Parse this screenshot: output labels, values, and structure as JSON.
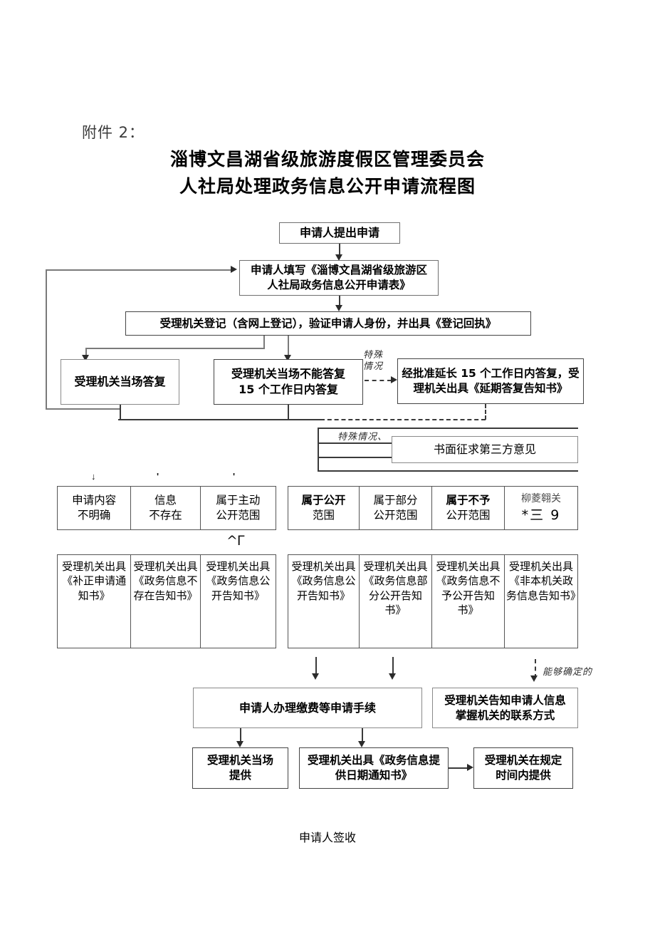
{
  "document": {
    "attachment_label": "附件 2：",
    "title_line1": "淄博文昌湖省级旅游度假区管理委员会",
    "title_line2": "人社局处理政务信息公开申请流程图",
    "footer_note": "申请人签收"
  },
  "flow": {
    "start": "申请人提出申请",
    "fill_form_line1": "申请人填写《淄博文昌湖省级旅游区",
    "fill_form_line2": "人社局政务信息公开申请表》",
    "register": "受理机关登记（含网上登记），验证申请人身份，并出具《登记回执》",
    "answer_onsite": "受理机关当场答复",
    "answer_15_line1": "受理机关当场不能答复",
    "answer_15_line2": "15 个工作日内答复",
    "extend_line1": "经批准延长 15 个工作日内答复，受",
    "extend_line2": "理机关出具《延期答复告知书》",
    "third_party": "书面征求第三方意见"
  },
  "annotations": {
    "special_case_vertical_line1": "特殊",
    "special_case_vertical_line2": "情况",
    "special_case_inline": "特殊情况、",
    "can_be_determined": "能够确定的",
    "artifact_caret": "^Γ"
  },
  "conditions_left": {
    "cells": [
      {
        "line1": "申请内容",
        "line2": "不明确"
      },
      {
        "line1": "信息",
        "line2": "不存在"
      },
      {
        "line1": "属于主动",
        "line2": "公开范围"
      }
    ]
  },
  "conditions_right": {
    "cells": [
      {
        "line1": "属于公开",
        "line2": "范围",
        "bold_first": true
      },
      {
        "line1": "属于部分",
        "line2": "公开范围",
        "bold_first": false
      },
      {
        "line1": "属于不予",
        "line2": "公开范围",
        "bold_first": true
      },
      {
        "line1": "柳菱翱关",
        "line2": "*三 9",
        "noise": true
      }
    ]
  },
  "documents_left": {
    "cells": [
      "受理机关出具《补正申请通知书》",
      "受理机关出具《政务信息不存在告知书》",
      "受理机关出具《政务信息公开告知书》"
    ]
  },
  "documents_right": {
    "cells": [
      "受理机关出具《政务信息公开告知书》",
      "受理机关出具《政务信息部分公开告知书》",
      "受理机关出具《政务信息不予公开告知书》",
      "受理机关出具《非本机关政务信息告知书》"
    ]
  },
  "bottom": {
    "pay_fees": "申请人办理缴费等申请手续",
    "inform_contact_line1": "受理机关告知申请人信息",
    "inform_contact_line2": "掌握机关的联系方式",
    "provide_onsite_line1": "受理机关当场",
    "provide_onsite_line2": "提供",
    "provide_date_notice_line1": "受理机关出具《政务信息提",
    "provide_date_notice_line2": "供日期通知书》",
    "provide_within_time_line1": "受理机关在规定",
    "provide_within_time_line2": "时间内提供"
  },
  "colors": {
    "ink": "#000000",
    "line": "#3a3a3a",
    "box_border": "#6f6f6f"
  }
}
